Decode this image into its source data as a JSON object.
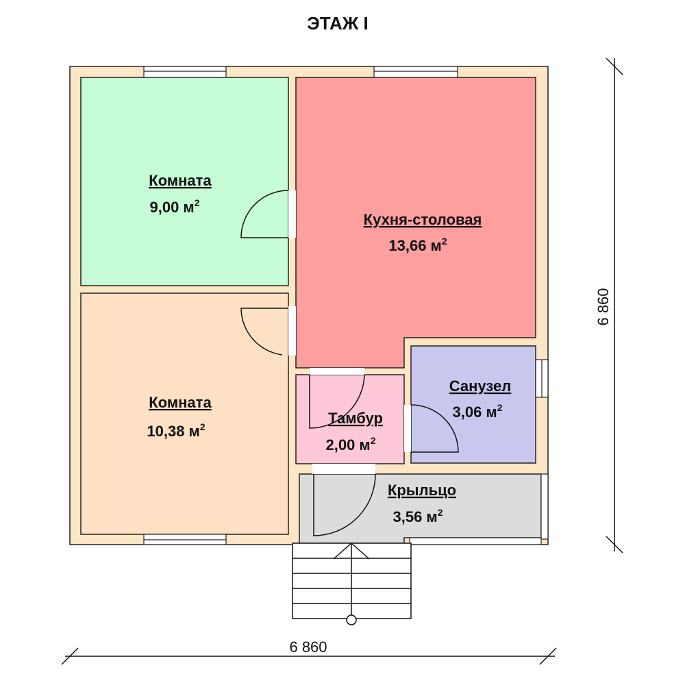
{
  "title": "ЭТАЖ I",
  "rooms": [
    {
      "name": "Комната",
      "area": "9,00 м",
      "color": "#c6fdd6"
    },
    {
      "name": "Кухня-столовая",
      "area": "13,66 м",
      "color": "#fe9f9f"
    },
    {
      "name": "Комната",
      "area": "10,38 м",
      "color": "#fee1c4"
    },
    {
      "name": "Тамбур",
      "area": "2,00 м",
      "color": "#fec8d8"
    },
    {
      "name": "Санузел",
      "area": "3,06 м",
      "color": "#c8c8ee"
    },
    {
      "name": "Крыльцо",
      "area": "3,56 м",
      "color": "#dcdcdc"
    }
  ],
  "area_unit_sup": "2",
  "dimensions": {
    "width": "6 860",
    "height": "6 860"
  },
  "wall_color": "#fde6c6"
}
